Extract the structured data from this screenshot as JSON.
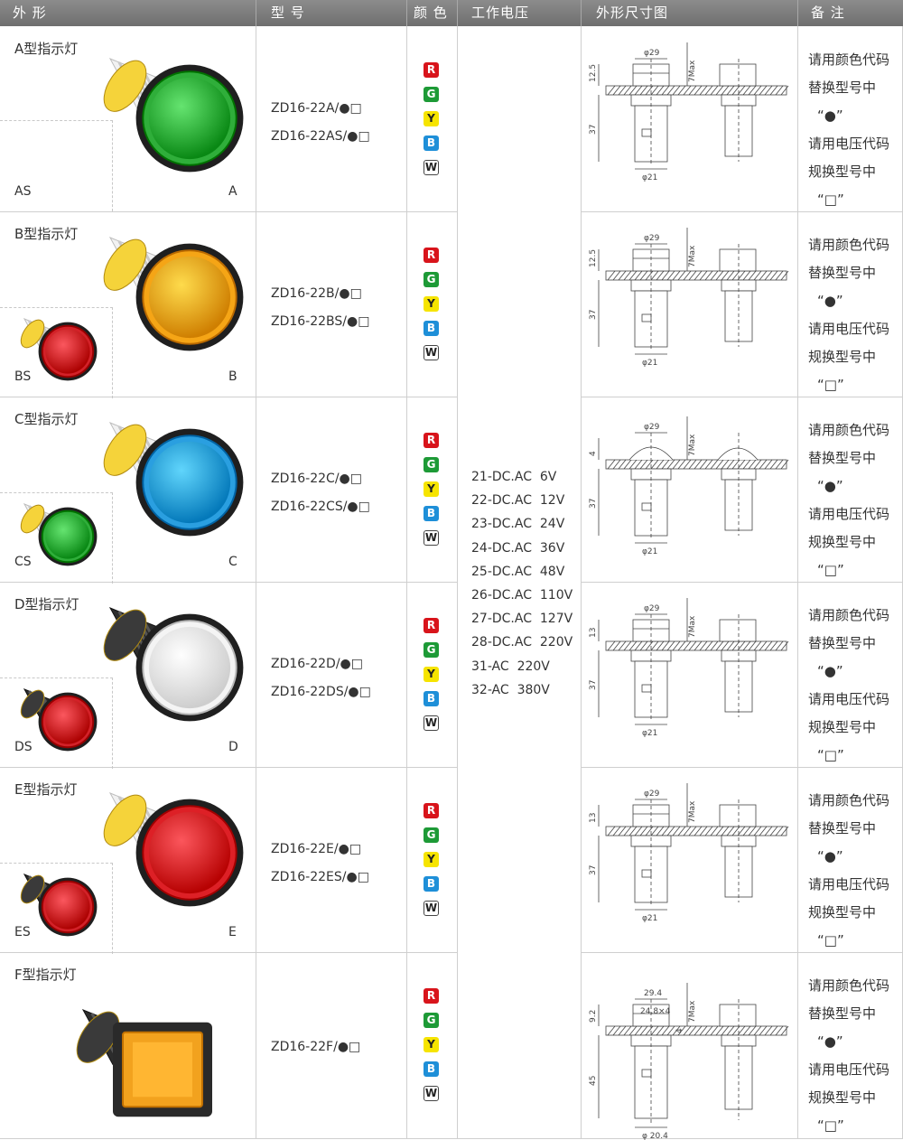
{
  "header": {
    "col_shape": "外 形",
    "col_model": "型 号",
    "col_color": "颜 色",
    "col_voltage": "工作电压",
    "col_dimension": "外形尺寸图",
    "col_note": "备 注"
  },
  "colors": {
    "R": "#d8141b",
    "G": "#1d9a36",
    "Y": "#f6e400",
    "B": "#1e8fd8",
    "W": "#ffffff"
  },
  "color_codes": [
    "R",
    "G",
    "Y",
    "B",
    "W"
  ],
  "rows": [
    {
      "title": "A型指示灯",
      "left_label": "AS",
      "right_label": "A",
      "model_1": "ZD16-22A/●□",
      "model_2": "ZD16-22AS/●□",
      "lamp_color": "#2fae3a",
      "small_color": "",
      "dim_dia_top": "φ29",
      "dim_dia_bottom": "φ21",
      "dim_head": "12.5",
      "dim_body": "37",
      "dim_max": "7Max"
    },
    {
      "title": "B型指示灯",
      "left_label": "BS",
      "right_label": "B",
      "model_1": "ZD16-22B/●□",
      "model_2": "ZD16-22BS/●□",
      "lamp_color": "#f5a516",
      "small_color": "#d32128",
      "dim_dia_top": "φ29",
      "dim_dia_bottom": "φ21",
      "dim_head": "12.5",
      "dim_body": "37",
      "dim_max": "7Max"
    },
    {
      "title": "C型指示灯",
      "left_label": "CS",
      "right_label": "C",
      "model_1": "ZD16-22C/●□",
      "model_2": "ZD16-22CS/●□",
      "lamp_color": "#2a9fe0",
      "small_color": "#2fae3a",
      "dim_dia_top": "φ29",
      "dim_dia_bottom": "φ21",
      "dim_head": "4",
      "dim_body": "37",
      "dim_max": "7Max"
    },
    {
      "title": "D型指示灯",
      "left_label": "DS",
      "right_label": "D",
      "model_1": "ZD16-22D/●□",
      "model_2": "ZD16-22DS/●□",
      "lamp_color": "#f4f4f4",
      "small_color": "#d32128",
      "dim_dia_top": "φ29",
      "dim_dia_bottom": "φ21",
      "dim_head": "13",
      "dim_body": "37",
      "dim_max": "7Max"
    },
    {
      "title": "E型指示灯",
      "left_label": "ES",
      "right_label": "E",
      "model_1": "ZD16-22E/●□",
      "model_2": "ZD16-22ES/●□",
      "lamp_color": "#dd2026",
      "small_color": "#d32128",
      "dim_dia_top": "φ29",
      "dim_dia_bottom": "φ21",
      "dim_head": "13",
      "dim_body": "37",
      "dim_max": "7Max"
    },
    {
      "title": "F型指示灯",
      "left_label": "",
      "right_label": "",
      "model_1": "ZD16-22F/●□",
      "model_2": "",
      "lamp_color": "#f2a21e",
      "small_color": "",
      "dim_dia_top": "29.4",
      "dim_dia_top2": "24.8×4",
      "dim_dia_bottom": "φ 20.4",
      "dim_head": "9.2",
      "dim_head2": "4",
      "dim_body": "45",
      "dim_max": "7Max"
    }
  ],
  "voltages": [
    "21-DC.AC  6V",
    "22-DC.AC  12V",
    "23-DC.AC  24V",
    "24-DC.AC  36V",
    "25-DC.AC  48V",
    "26-DC.AC  110V",
    "27-DC.AC  127V",
    "28-DC.AC  220V",
    "31-AC  220V",
    "32-AC  380V"
  ],
  "notes": {
    "line1": "请用颜色代码",
    "line2": "替换型号中",
    "line3": "“●”",
    "line4": "请用电压代码",
    "line5": "规换型号中",
    "line6": "“□”"
  }
}
